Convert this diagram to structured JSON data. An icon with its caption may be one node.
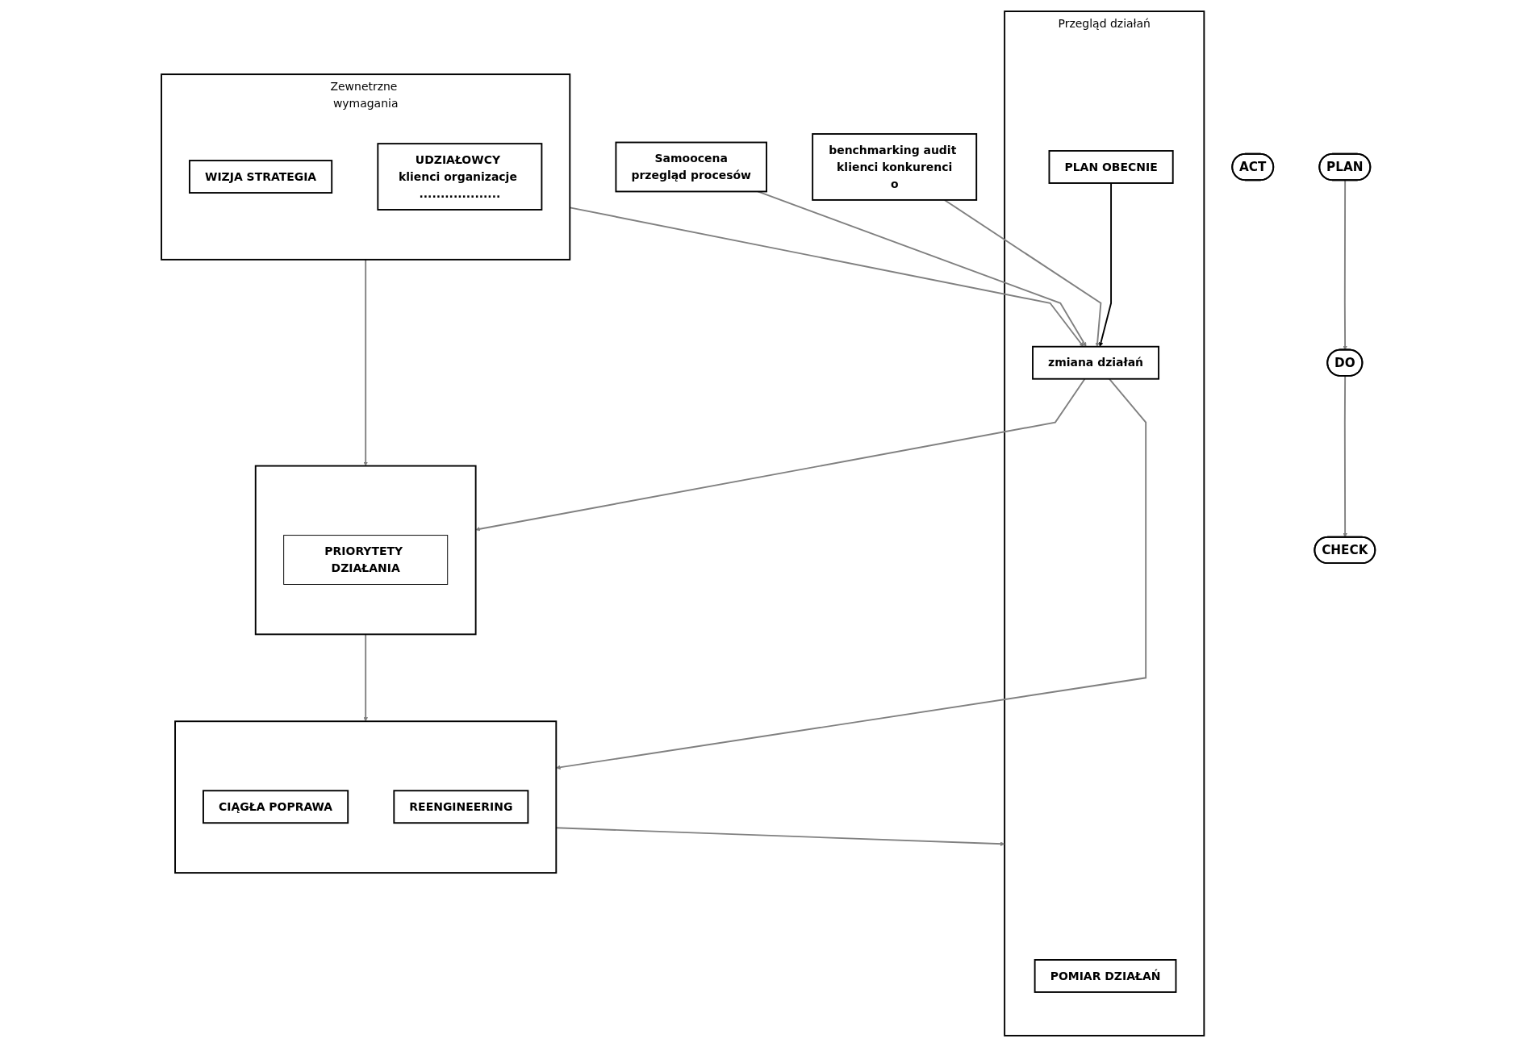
{
  "diagram": {
    "nodes": [
      {
        "text": [
          "PLAN"
        ]
      },
      {
        "text": [
          "DO"
        ]
      },
      {
        "text": [
          "CHECK"
        ]
      },
      {
        "text": [],
        "shape": "box"
      },
      {
        "text": [
          "PRIORYTETY DZIAŁANIA"
        ],
        "in": 3
      },
      {
        "text": [],
        "shape": "box"
      },
      {
        "text": [
          "CIĄGŁA POPRAWA"
        ],
        "in": 5
      },
      {
        "text": [
          "REENGINEERING"
        ],
        "in": 5
      },
      {
        "text": [
          "Przegląd działań"
        ]
      },
      {
        "text": [
          "POMIAR DZIAŁAŃ"
        ],
        "in": 8
      },
      {
        "text": [
          "PLAN OBECNIE"
        ],
        "in": 8
      },
      {
        "text": [
          "zmiana działań"
        ],
        "in": 8
      },
      {
        "text": [
          "ACT"
        ]
      },
      {
        "text": [
          "Zewnetrzne wymagania"
        ]
      },
      {
        "text": [
          "WIZJA STRATEGIA"
        ],
        "in": 13
      },
      {
        "text": [
          "UDZIAŁOWCY klienci organizacje ..................."
        ],
        "in": 13
      },
      {
        "text": [
          "benchmarking audit klienci konkurenci",
          "o"
        ]
      },
      {
        "text": [
          "Samoocena",
          "przegląd procesów"
        ]
      }
    ],
    "edges": [
      {
        "from": 0,
        "to": 1,
        "arrow": "to"
      },
      {
        "from": 1,
        "to": 2,
        "arrow": "to"
      },
      {
        "from": 3,
        "to": 5,
        "arrow": "to"
      },
      {
        "from": 5,
        "to": 8,
        "arrow": "to"
      },
      {
        "from": 10,
        "to": 11,
        "arrow": "to",
        "color": "#000000"
      },
      {
        "from": 11,
        "to": 3,
        "arrow": "to"
      },
      {
        "from": 11,
        "to": 5,
        "arrow": "to"
      },
      {
        "from": 13,
        "to": 3,
        "arrow": "to"
      },
      {
        "from": 13,
        "to": 11,
        "arrow": "to"
      },
      {
        "from": 16,
        "to": 11,
        "arrow": "to"
      },
      {
        "from": 17,
        "to": 11,
        "arrow": "to"
      }
    ]
  }
}
